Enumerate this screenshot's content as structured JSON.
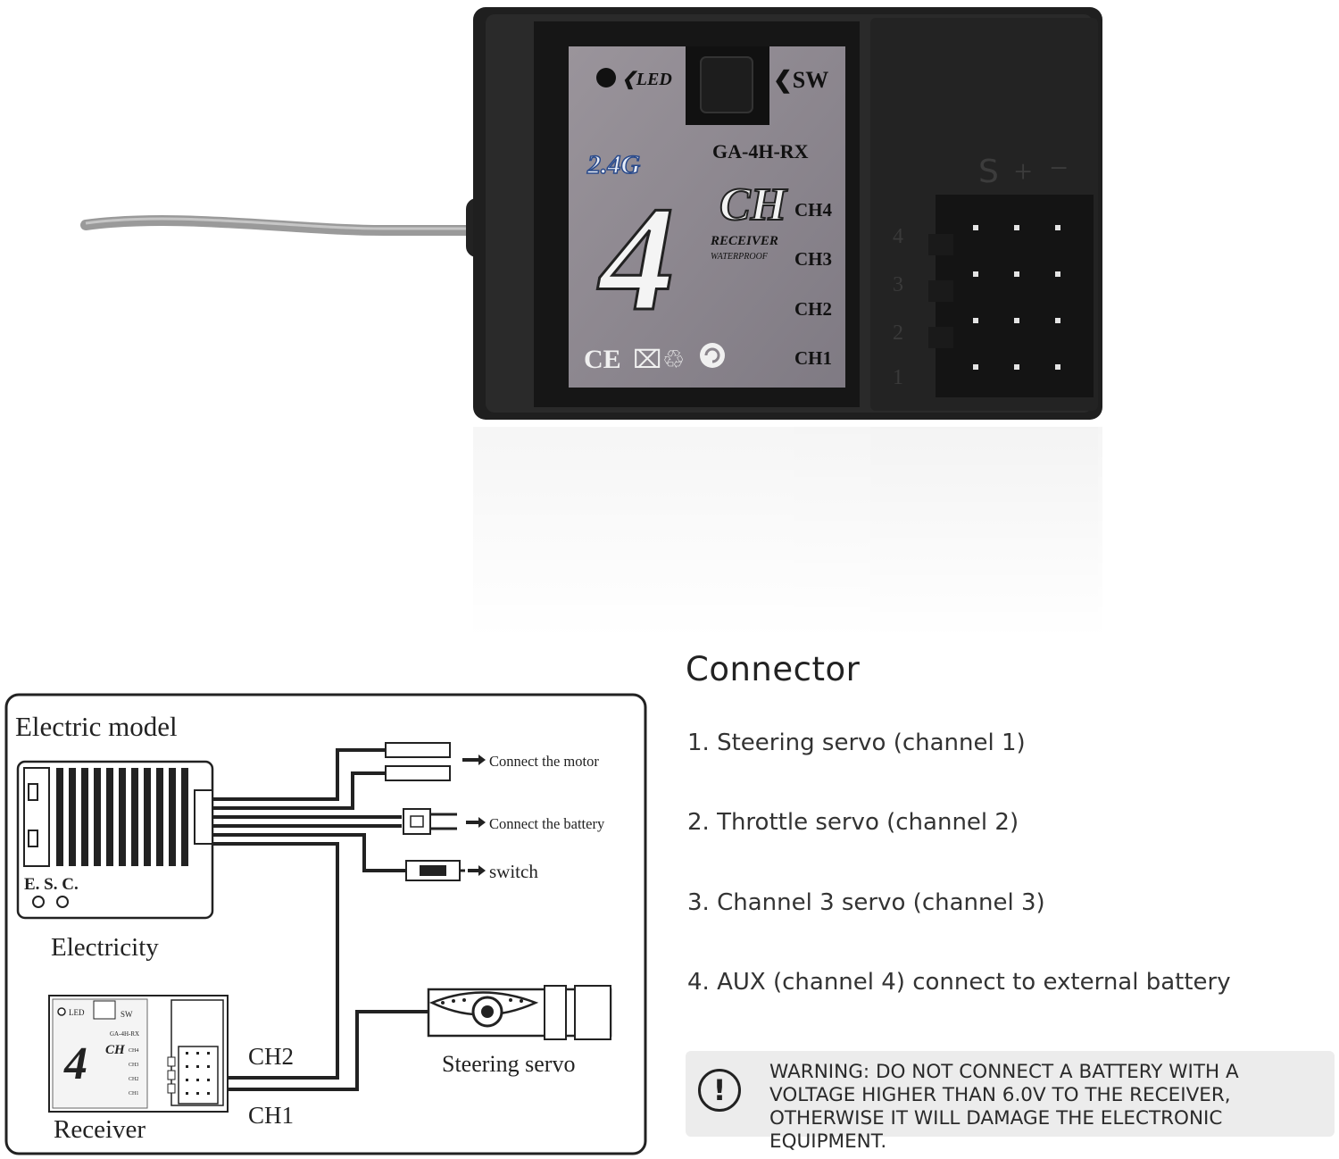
{
  "photo": {
    "labels": {
      "led": "LED",
      "sw": "SW",
      "badge": "2.4G",
      "model": "GA-4H-RX",
      "big_number": "4",
      "ch_suffix": "CH",
      "receiver_word": "RECEIVER",
      "waterproof_word": "WATERPROOF",
      "ch4": "CH4",
      "ch3": "CH3",
      "ch2": "CH2",
      "ch1": "CH1",
      "ce": "CE",
      "pin_s": "S",
      "pin_plus": "+",
      "pin_minus": "−",
      "row_4": "4",
      "row_3": "3",
      "row_2": "2",
      "row_1": "1"
    },
    "colors": {
      "housing": "#1d1d1d",
      "label": "#8d8790",
      "connector": "#2a2a2a"
    }
  },
  "diagram": {
    "title": "Electric model",
    "esc_label": "E. S. C.",
    "electricity_label": "Electricity",
    "connect_motor": "Connect the motor",
    "connect_battery": "Connect the battery",
    "switch_label": "switch",
    "steering_servo": "Steering servo",
    "ch2_label": "CH2",
    "ch1_label": "CH1",
    "receiver_label": "Receiver",
    "mini_receiver": {
      "led": "LED",
      "sw": "SW",
      "model": "GA-4H-RX",
      "big_number": "4",
      "ch_suffix": "CH",
      "ch4": "CH4",
      "ch3": "CH3",
      "ch2": "CH2",
      "ch1": "CH1"
    }
  },
  "connector": {
    "heading": "Connector",
    "items": [
      "1. Steering servo (channel 1)",
      "2. Throttle servo (channel 2)",
      "3. Channel 3 servo (channel 3)",
      "4. AUX (channel 4) connect to external battery"
    ],
    "warning_icon": "exclamation-icon",
    "warning_symbol": "!",
    "warning_text": "WARNING: DO NOT CONNECT A BATTERY WITH A VOLTAGE HIGHER THAN 6.0V TO THE RECEIVER, OTHERWISE IT WILL DAMAGE THE ELECTRONIC EQUIPMENT."
  }
}
